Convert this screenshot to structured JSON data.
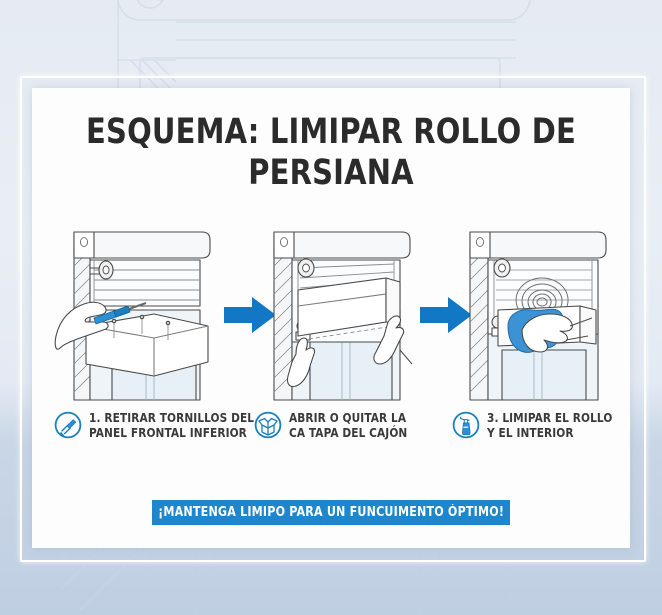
{
  "colors": {
    "accent_blue": "#1d86cc",
    "arrow_blue": "#1277c4",
    "icon_blue": "#1b7fbd",
    "card_bg": "#fdfdfd",
    "page_bg": "#e6ebf3",
    "title_text": "#2b2b2b",
    "caption_text": "#3a3a3a",
    "banner_text": "#ffffff"
  },
  "title": {
    "line1": "ESQUEMA: LIMIPAR ROLLO DE",
    "line2": "PERSIANA"
  },
  "steps": [
    {
      "illustration_name": "shutter-box-unscrew-front-panel",
      "icon": "screwdriver-icon",
      "caption_line1": "1. RETIRAR TORNILLOS DEL",
      "caption_line2": "PANEL FRONTAL INFERIOR"
    },
    {
      "illustration_name": "shutter-box-remove-cover-two-hands",
      "icon": "open-box-icon",
      "caption_line1": "ABRIR O QUITAR LA",
      "caption_line2": "CA TAPA DEL CAJÓN"
    },
    {
      "illustration_name": "shutter-roll-wipe-with-cloth",
      "icon": "spray-bottle-icon",
      "caption_line1": "3. LIMIPAR EL ROLLO",
      "caption_line2": "Y EL INTERIOR"
    }
  ],
  "arrows": [
    {
      "name": "arrow-step1-to-step2",
      "direction": "right"
    },
    {
      "name": "arrow-step2-to-step3",
      "direction": "right"
    }
  ],
  "banner": {
    "text": "¡MANTENGA LIMIPO PARA UN FUNCUIMENTO ÓPTIMO!"
  }
}
